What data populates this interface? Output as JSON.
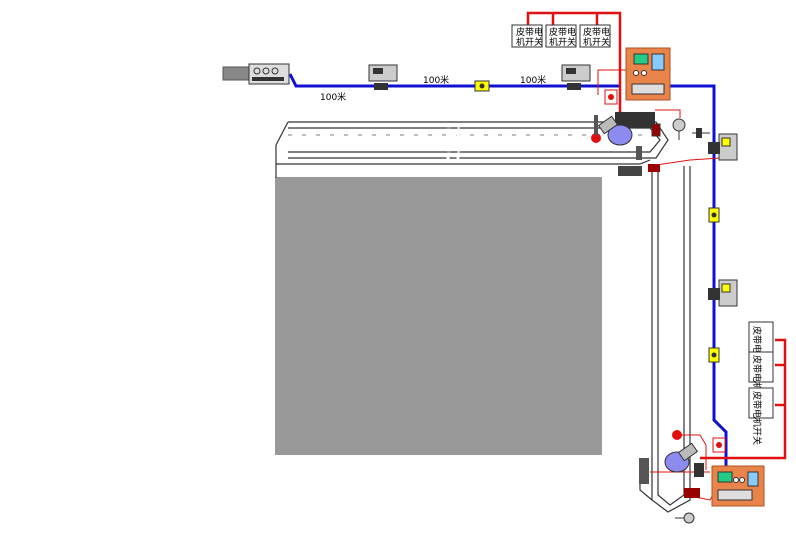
{
  "labels": {
    "distance": "100米"
  },
  "switches": {
    "top": [
      "皮带电机开关",
      "皮带电机开关",
      "皮带电机开关"
    ],
    "right": [
      "皮带电机开关",
      "皮带电机开关",
      "皮带电机开关"
    ]
  },
  "colors": {
    "cable_blue": "#1010d0",
    "wire_red": "#e01010",
    "controller_orange": "#e8834a",
    "panel_gray": "#999999",
    "belt_line": "#333333"
  }
}
